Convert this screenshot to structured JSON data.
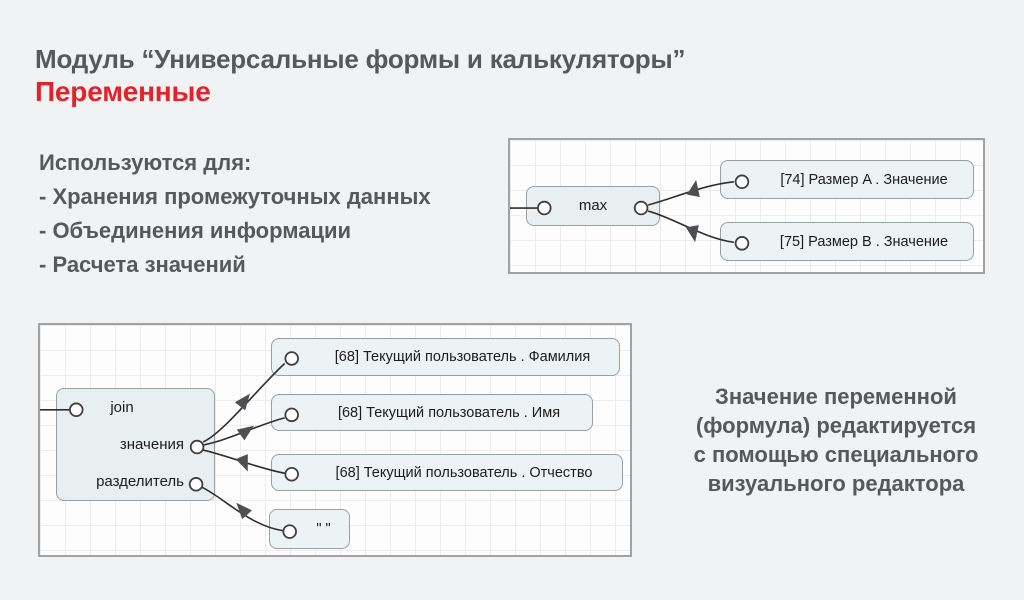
{
  "header": {
    "title": "Модуль “Универсальные формы и калькуляторы”",
    "subtitle": "Переменные"
  },
  "usage": {
    "heading": "Используются для:",
    "items": [
      "- Хранения промежуточных данных",
      "- Объединения информации",
      "- Расчета значений"
    ]
  },
  "note": {
    "text": "Значение переменной\n(формула) редактируется\nс помощью специального\nвизуального редактора"
  },
  "diagram_top": {
    "node_label": "max",
    "boxes": [
      {
        "label": "[74] Размер A . Значение"
      },
      {
        "label": "[75] Размер B . Значение"
      }
    ]
  },
  "diagram_bottom": {
    "node_label": "join",
    "port_labels": [
      "значения",
      "разделитель"
    ],
    "boxes": [
      {
        "label": "[68] Текущий пользователь . Фамилия"
      },
      {
        "label": "[68] Текущий пользователь . Имя"
      },
      {
        "label": "[68] Текущий пользователь . Отчество"
      },
      {
        "label": "\" \""
      }
    ]
  },
  "colors": {
    "accent_red": "#e2242a",
    "text_gray": "#58585a",
    "canvas_grid": "#ededed",
    "node_fill": "#e9eef0",
    "box_fill": "#edf2f4",
    "arrow": "#4d4f53"
  }
}
